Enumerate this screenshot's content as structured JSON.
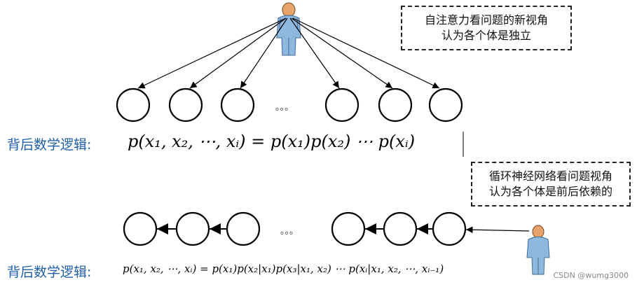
{
  "top": {
    "callout_lines": [
      "自注意力看问题的新视角",
      "认为各个体是独立"
    ],
    "ellipsis": "。。。",
    "logic_label": "背后数学逻辑:",
    "formula": "p(x₁, x₂, ⋯, xᵢ) = p(x₁)p(x₂) ⋯ p(xᵢ)"
  },
  "bottom": {
    "callout_lines": [
      "循环神经网络看问题视角",
      "认为各个体是前后依赖的"
    ],
    "ellipsis": "。。。",
    "logic_label": "背后数学逻辑:",
    "formula": "p(x₁, x₂, ⋯, xᵢ) = p(x₁)p(x₂|x₁)p(x₃|x₁, x₂) ⋯ p(xᵢ|x₁, x₂, ⋯, xᵢ₋₁)"
  },
  "watermark": "CSDN @wumg3000",
  "colors": {
    "label_blue": "#1f5fa8",
    "person_body": "#8fb8df",
    "person_head": "#e8a36a",
    "stroke": "#000000"
  }
}
